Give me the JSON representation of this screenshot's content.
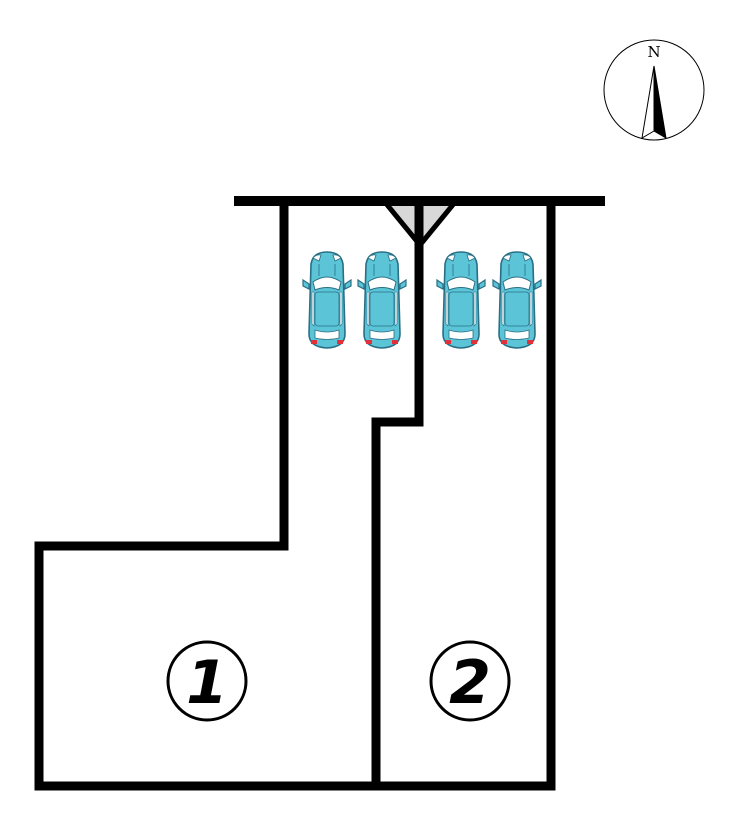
{
  "compass": {
    "letter": "N",
    "icon": "north-arrow-icon"
  },
  "lots": [
    {
      "id": "lot-1",
      "label": "1"
    },
    {
      "id": "lot-2",
      "label": "2"
    }
  ],
  "parking": {
    "count": 4,
    "car_icon": "car-top-view-icon"
  },
  "colors": {
    "boundary": "#000000",
    "car_body": "#5bc4d6",
    "car_outline": "#2a6f85",
    "car_window": "#ffffff",
    "tail_light": "#e0303a",
    "shared_corner": "#d8d8d8",
    "background": "#ffffff"
  }
}
